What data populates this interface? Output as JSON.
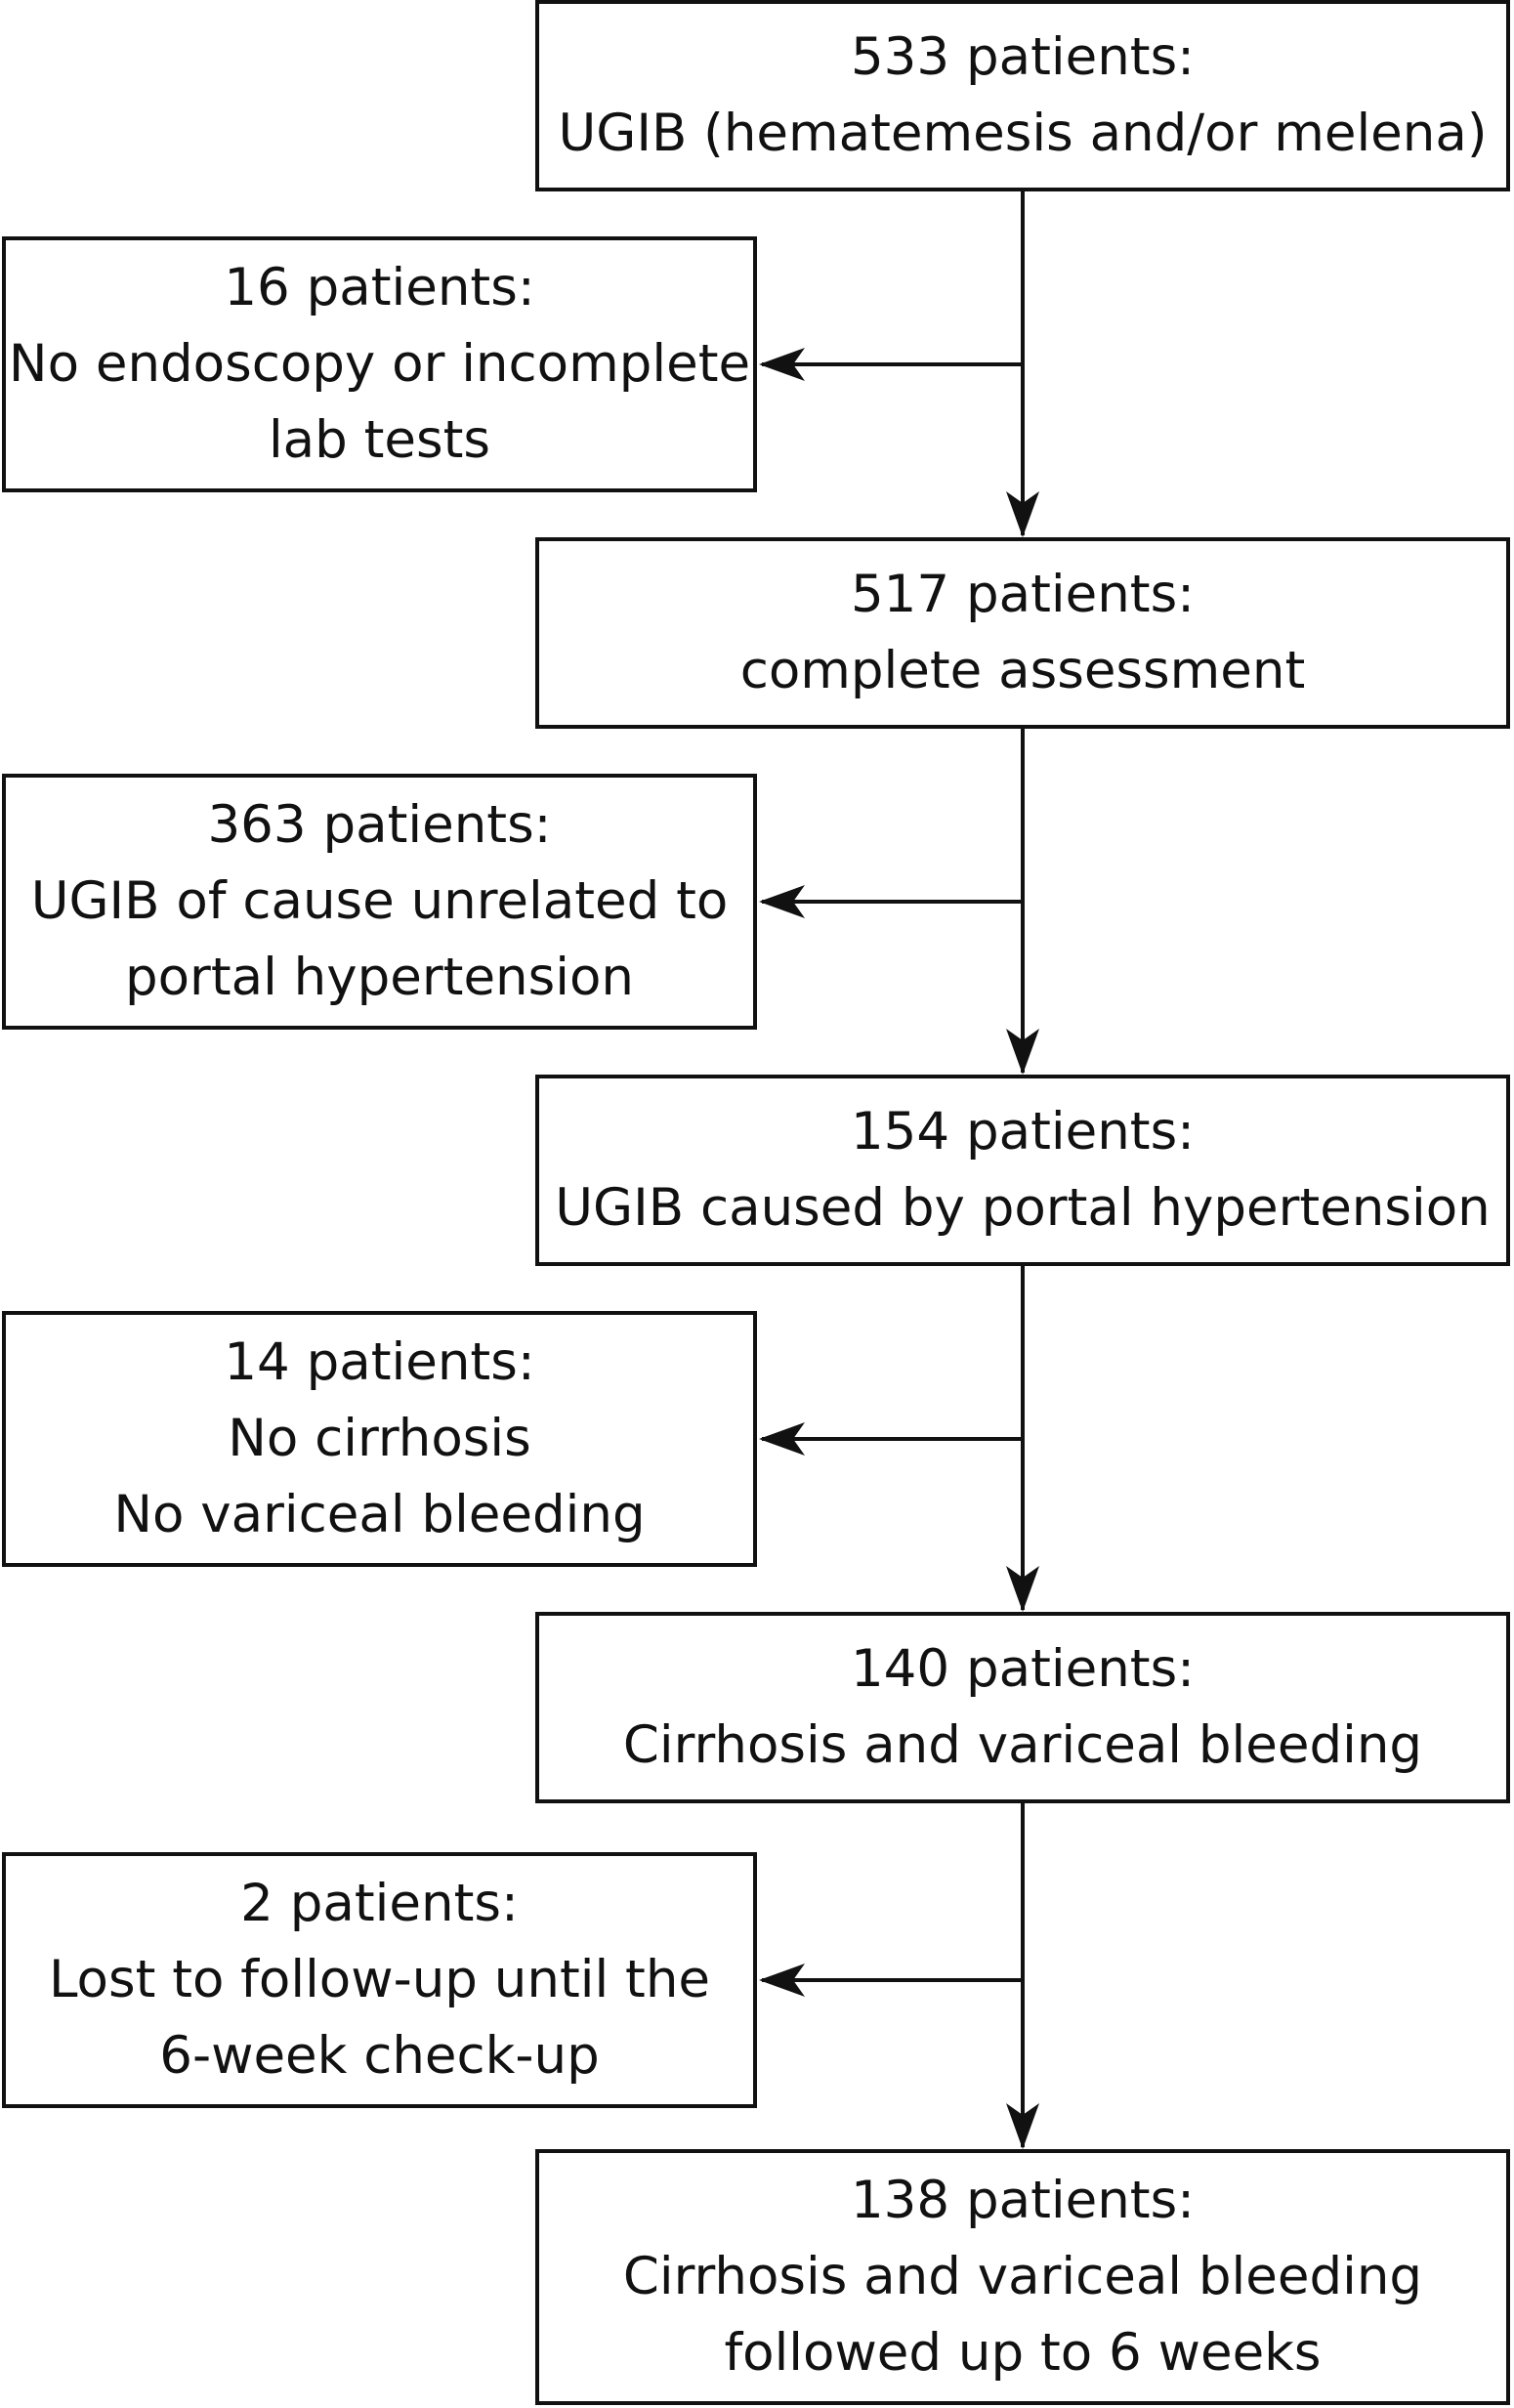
{
  "flowchart": {
    "main_boxes": [
      {
        "count": "533 patients:",
        "lines": [
          "UGIB (hematemesis and/or melena)"
        ]
      },
      {
        "count": "517 patients:",
        "lines": [
          "complete assessment"
        ]
      },
      {
        "count": "154 patients:",
        "lines": [
          "UGIB caused by portal hypertension"
        ]
      },
      {
        "count": "140 patients:",
        "lines": [
          "Cirrhosis and variceal bleeding"
        ]
      },
      {
        "count": "138 patients:",
        "lines": [
          "Cirrhosis and variceal bleeding",
          "followed up to 6 weeks"
        ]
      }
    ],
    "exclusion_boxes": [
      {
        "count": "16 patients:",
        "lines": [
          "No endoscopy or incomplete",
          "lab tests"
        ]
      },
      {
        "count": "363 patients:",
        "lines": [
          "UGIB of cause unrelated to",
          "portal hypertension"
        ]
      },
      {
        "count": "14 patients:",
        "lines": [
          "No cirrhosis",
          "No variceal bleeding"
        ]
      },
      {
        "count": "2 patients:",
        "lines": [
          "Lost to follow-up until the",
          "6-week check-up"
        ]
      }
    ],
    "line_color": "#111111"
  }
}
